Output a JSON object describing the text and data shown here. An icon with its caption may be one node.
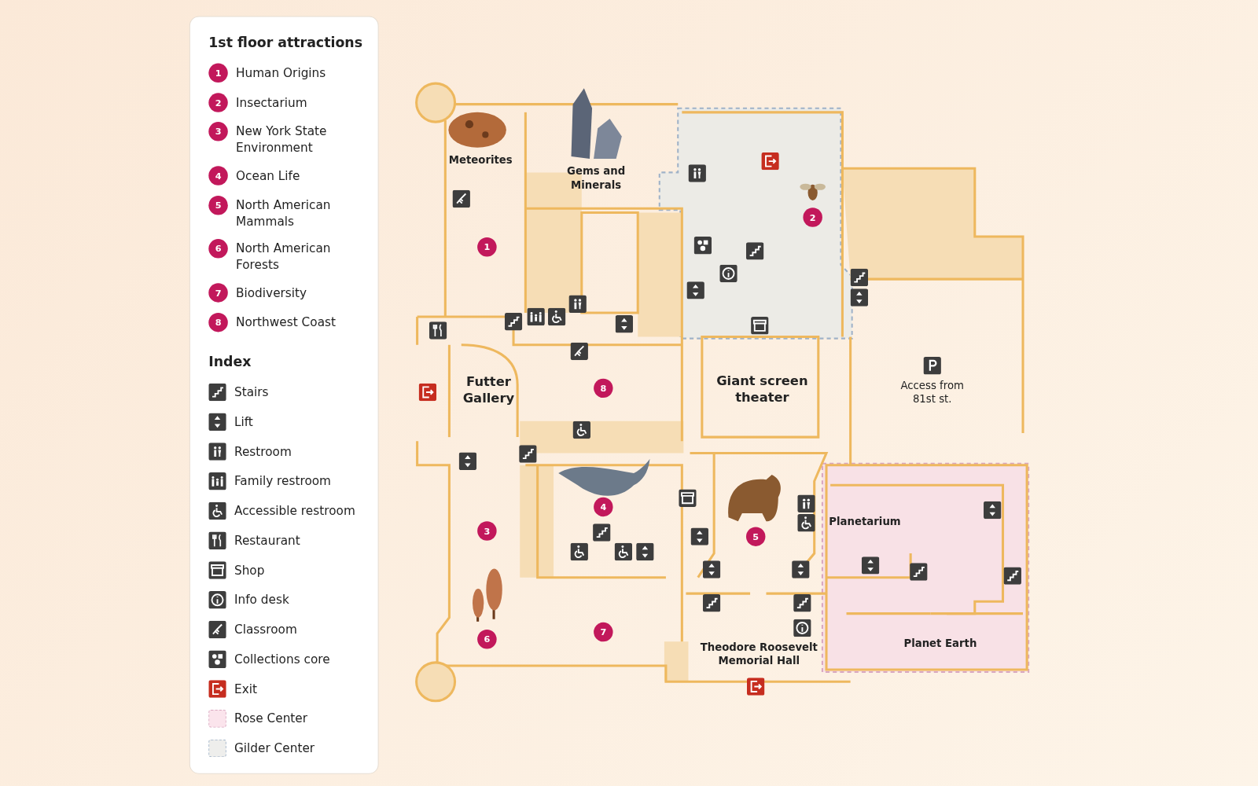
{
  "diagram": {
    "nodes": [
      {
        "text": [
          "Meteorites"
        ]
      },
      {
        "text": [
          "Gems and Minerals"
        ]
      },
      {
        "text": [
          "Futter Gallery"
        ]
      },
      {
        "text": [
          "Giant screen theater"
        ]
      },
      {
        "text": [
          "Access from 81st st."
        ]
      },
      {
        "text": [
          "Planetarium"
        ]
      },
      {
        "text": [
          "Planet Earth"
        ]
      },
      {
        "text": [
          "Theodore Roosevelt Memorial Hall"
        ]
      }
    ],
    "labels": [
      "1st floor attractions",
      "1",
      "2",
      "3",
      "4",
      "5",
      "6",
      "7",
      "8",
      "Index",
      "2",
      "1",
      "8",
      "4",
      "3",
      "5",
      "7",
      "6"
    ],
    "legend": [
      {
        "text": "Human Origins",
        "color": "#c2185b"
      },
      {
        "text": "Insectarium",
        "color": "#c2185b"
      },
      {
        "text": "New York State Environment",
        "color": "#c2185b"
      },
      {
        "text": "Ocean Life",
        "color": "#c2185b"
      },
      {
        "text": "North American Mammals",
        "color": "#c2185b"
      },
      {
        "text": "North American Forests",
        "color": "#c2185b"
      },
      {
        "text": "Biodiversity",
        "color": "#c2185b"
      },
      {
        "text": "Northwest Coast",
        "color": "#c2185b"
      },
      {
        "text": "Stairs"
      },
      {
        "text": "Lift"
      },
      {
        "text": "Restroom"
      },
      {
        "text": "Family restroom"
      },
      {
        "text": "Accessible restroom"
      },
      {
        "text": "Restaurant"
      },
      {
        "text": "Shop"
      },
      {
        "text": "Info desk"
      },
      {
        "text": "Classroom"
      },
      {
        "text": "Collections core"
      },
      {
        "text": "Exit"
      },
      {
        "text": "Rose Center",
        "color": "#fbe4ec"
      },
      {
        "text": "Gilder Center",
        "color": "#eeeeec"
      }
    ]
  }
}
